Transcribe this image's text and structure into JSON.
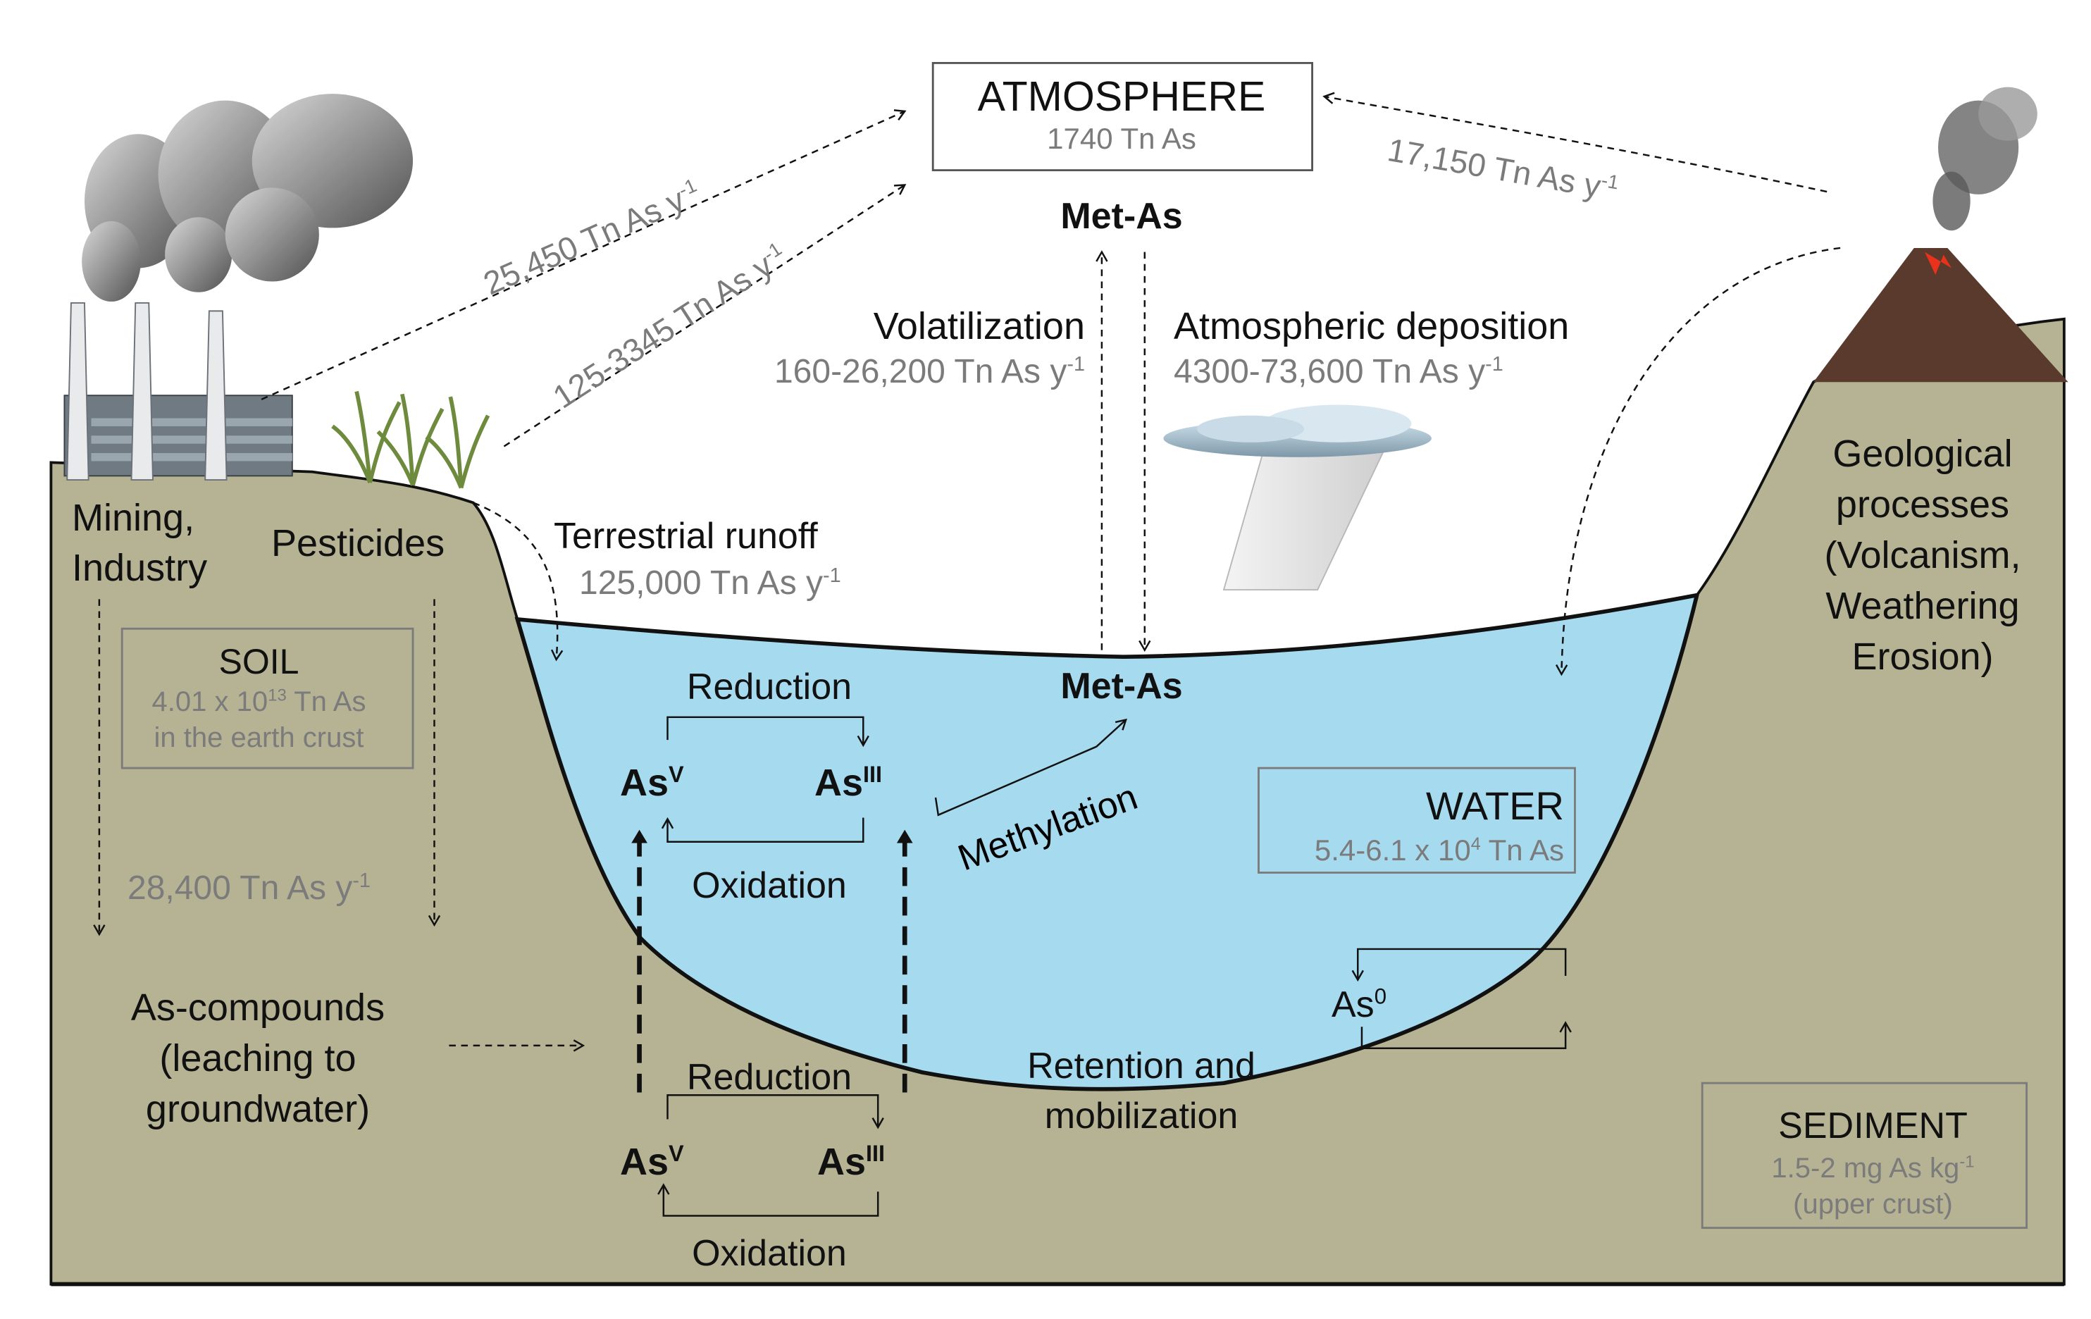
{
  "atmosphere": {
    "title": "ATMOSPHERE",
    "amount": "1740 Tn As"
  },
  "met_as_top": "Met-As",
  "met_as_water": "Met-As",
  "flux_industry_atmosphere": "25,450 Tn As y",
  "flux_pesticides_atmosphere": "125-3345 Tn As y",
  "flux_geo_atmosphere": "17,150 Tn As y",
  "flux_superscript": "-1",
  "volatilization": {
    "label": "Volatilization",
    "value": "160-26,200 Tn As y"
  },
  "deposition": {
    "label": "Atmospheric deposition",
    "value": "4300-73,600 Tn As y"
  },
  "runoff": {
    "label": "Terrestrial runoff",
    "value": "125,000 Tn As y"
  },
  "sources": {
    "mining": "Mining,",
    "industry": "Industry",
    "pesticides": "Pesticides"
  },
  "geological": [
    "Geological",
    "processes",
    "(Volcanism,",
    "Weathering",
    "Erosion)"
  ],
  "soil": {
    "title": "SOIL",
    "amount_base": "4.01 x 10",
    "amount_exp": "13",
    "amount_unit": " Tn As",
    "amount_note": "in the earth crust",
    "flux": "28,400 Tn As y"
  },
  "leaching": [
    "As-compounds",
    "(leaching to",
    "groundwater)"
  ],
  "water": {
    "title": "WATER",
    "amount_base": "5.4-6.1 x 10",
    "amount_exp": "4",
    "amount_unit": " Tn As"
  },
  "sediment": {
    "title": "SEDIMENT",
    "amount": "1.5-2 mg As kg",
    "note": "(upper crust)"
  },
  "species": {
    "as": "As",
    "v": "V",
    "iii": "III",
    "zero": "0"
  },
  "processes": {
    "reduction": "Reduction",
    "oxidation": "Oxidation",
    "methylation": "Methylation",
    "retention": [
      "Retention and",
      "mobilization"
    ]
  },
  "colors": {
    "ground": "#b6b394",
    "water": "#a6daef",
    "gray_text": "#7b7b7b",
    "lava": "#e8321c",
    "volcano": "#5b3a2e"
  }
}
